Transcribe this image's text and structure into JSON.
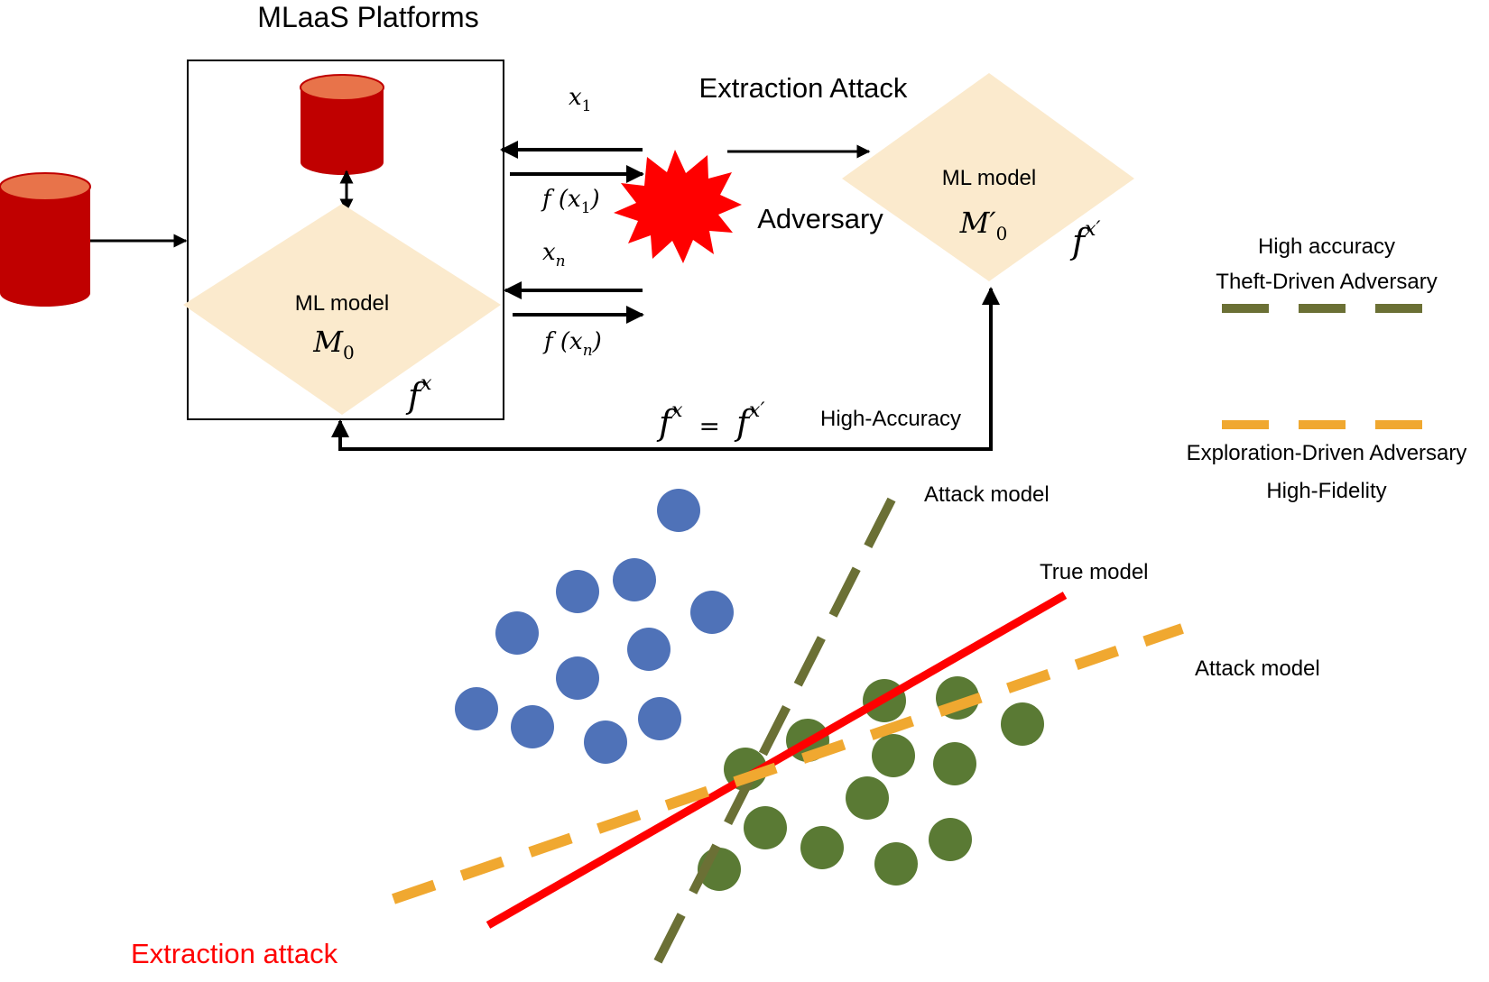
{
  "colors": {
    "cylinder_body": "#c00000",
    "cylinder_top": "#e8734a",
    "diamond_fill": "#fbeacd",
    "starburst": "#ff0000",
    "blue_point": "#4f72b8",
    "green_point": "#5a7a34",
    "olive_dash": "#6b7035",
    "orange_dash": "#f0a830",
    "true_model_line": "#ff0000",
    "arrow": "#000000",
    "caption_red": "#ff0000"
  },
  "texts": {
    "platform_title": "MLaaS Platforms",
    "extraction_attack": "Extraction Attack",
    "adversary": "Adversary",
    "ml_model_left": "ML model",
    "ml_model_right": "ML model",
    "m0": "M",
    "m0_sub": "0",
    "m0_prime": "M′",
    "m0_prime_sub": "0",
    "fx": "f",
    "fx_sup": "x",
    "fxp": "f",
    "fxp_sup": "x′",
    "x1": "x",
    "x1_sub": "1",
    "fx1": "f (x",
    "fx1_sub": "1",
    "fx1_close": ")",
    "xn": "x",
    "xn_sub": "n",
    "fxn": "f (x",
    "fxn_sub": "n",
    "fxn_close": ")",
    "eq_f": "f",
    "eq_x": "x",
    "eq_sign": "=",
    "eq_f2": "f",
    "eq_x2": "x′",
    "high_accuracy_label": "High-Accuracy",
    "legend_high_accuracy": "High accuracy",
    "legend_theft": "Theft-Driven Adversary",
    "legend_exploration": "Exploration-Driven Adversary",
    "legend_fidelity": "High-Fidelity",
    "attack_model_top": "Attack model",
    "true_model": "True model",
    "attack_model_right": "Attack model",
    "caption": "Extraction attack"
  },
  "chart_data": {
    "type": "scatter",
    "series": [
      {
        "points": [
          [
            752,
            566
          ],
          [
            640,
            656
          ],
          [
            703,
            643
          ],
          [
            789,
            679
          ],
          [
            573,
            702
          ],
          [
            719,
            720
          ],
          [
            640,
            752
          ],
          [
            528,
            786
          ],
          [
            590,
            806
          ],
          [
            731,
            797
          ],
          [
            671,
            823
          ]
        ]
      },
      {
        "points": [
          [
            980,
            777
          ],
          [
            1061,
            774
          ],
          [
            1133,
            803
          ],
          [
            895,
            821
          ],
          [
            990,
            838
          ],
          [
            1058,
            847
          ],
          [
            826,
            853
          ],
          [
            961,
            885
          ],
          [
            848,
            918
          ],
          [
            911,
            940
          ],
          [
            993,
            958
          ],
          [
            1053,
            931
          ],
          [
            797,
            964
          ]
        ]
      }
    ]
  }
}
